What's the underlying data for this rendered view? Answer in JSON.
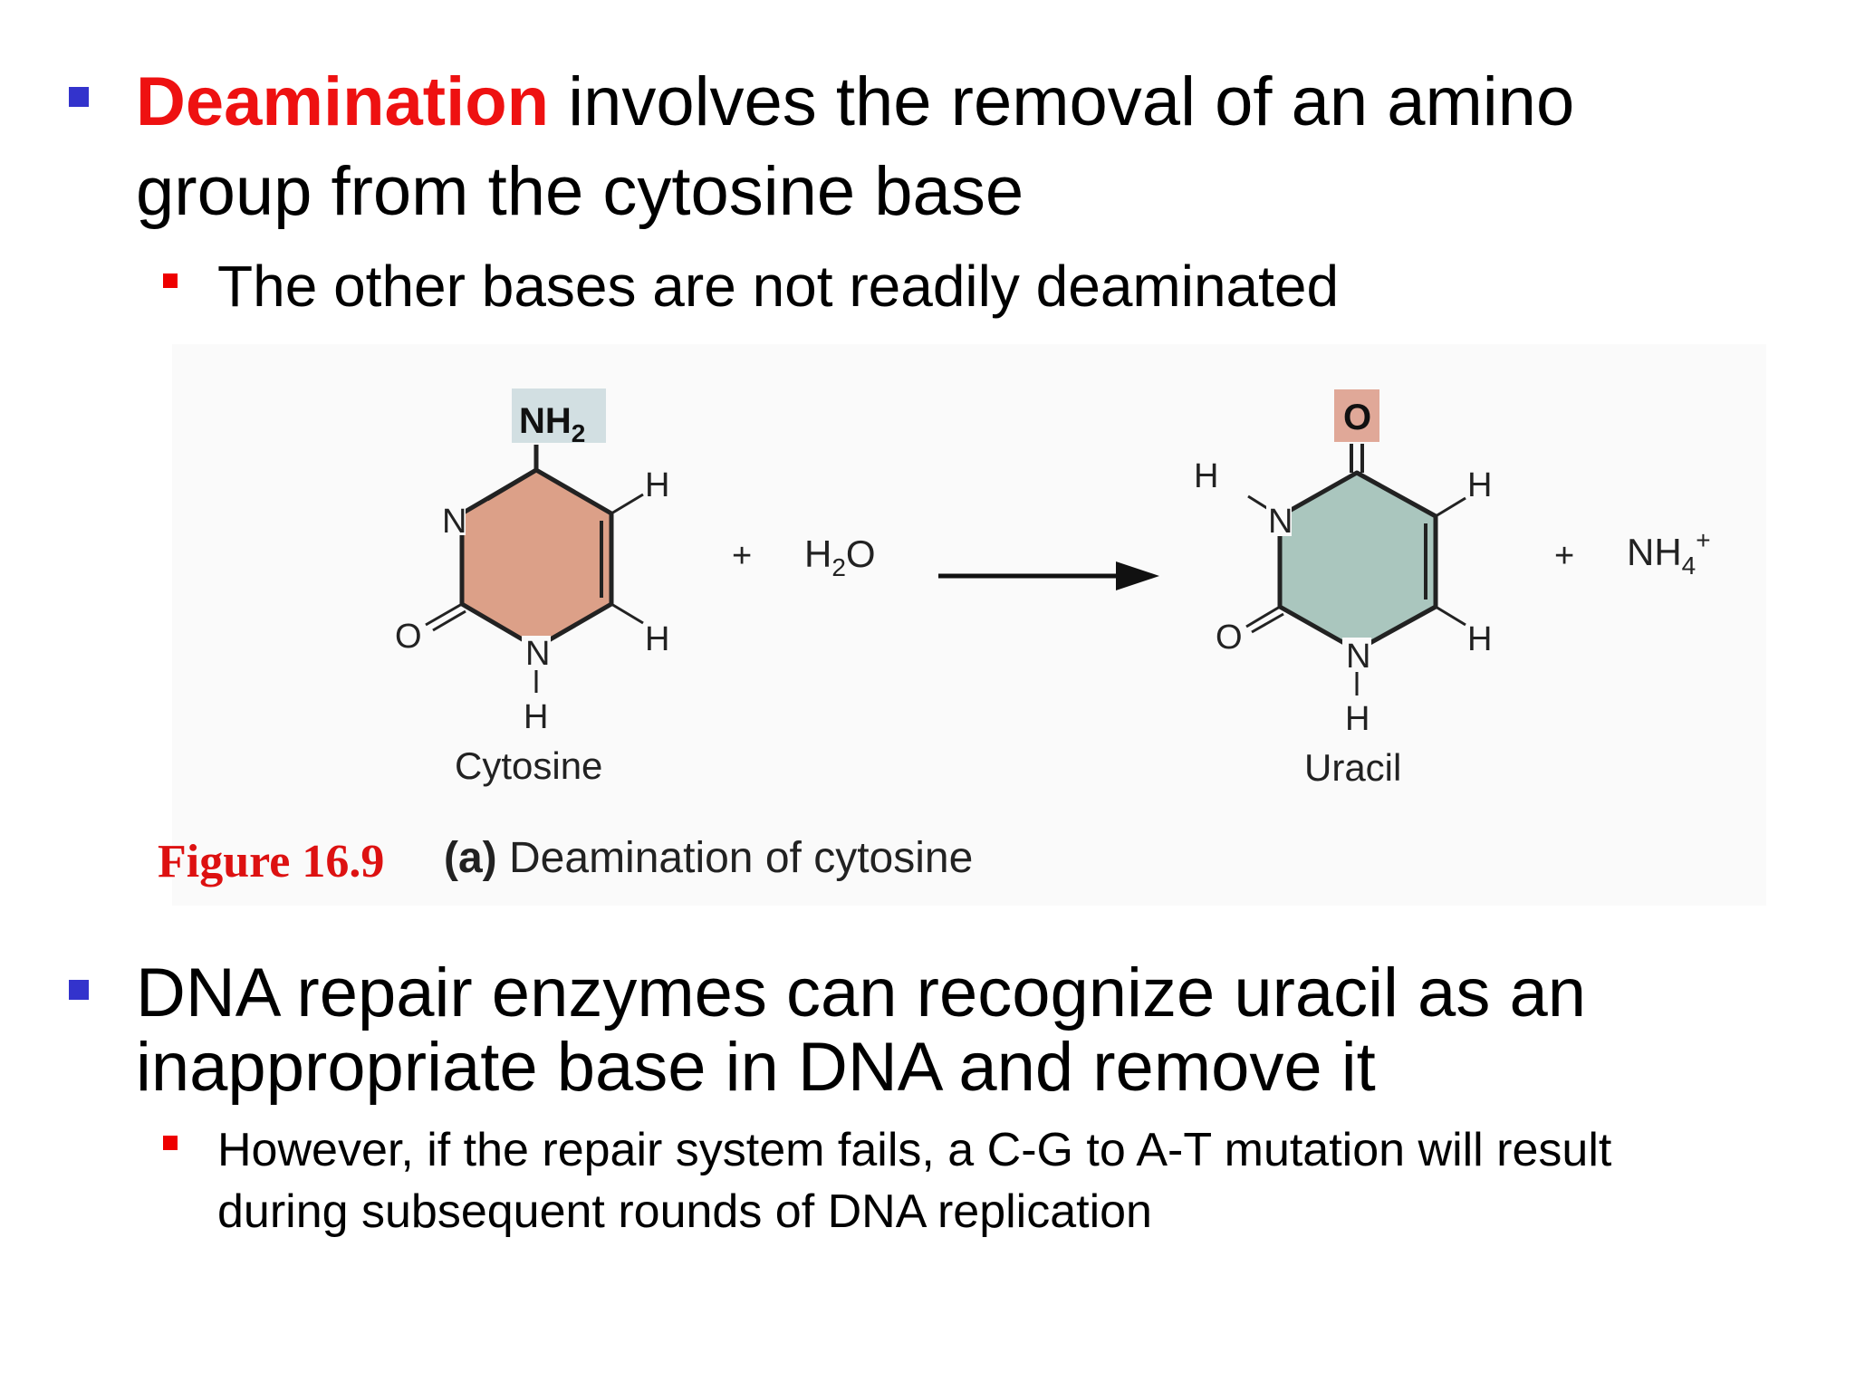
{
  "bullets": {
    "b1": {
      "highlight": "Deamination",
      "line1_rest": " involves the removal of an amino",
      "line2": "group from the cytosine base",
      "sub": "The other bases are not readily deaminated"
    },
    "b2": {
      "line1": "DNA repair enzymes can recognize uracil as an",
      "line2": "inappropriate base in DNA and remove it",
      "sub_line1": "However, if the repair system fails, a C-G to A-T mutation will result",
      "sub_line2": "during subsequent rounds of DNA replication"
    }
  },
  "figure": {
    "label": "Figure 16.9",
    "caption_part": "(a)",
    "caption_text": "Deamination of cytosine",
    "cytosine": {
      "name": "Cytosine",
      "amino": "NH",
      "amino_sub": "2",
      "n_ring": "N",
      "n_bottom": "N",
      "o": "O",
      "h_top": "H",
      "h_mid": "H",
      "h_bottom": "H"
    },
    "water": {
      "plus": "+",
      "h": "H",
      "sub": "2",
      "o": "O"
    },
    "uracil": {
      "name": "Uracil",
      "oxo_top": "O",
      "n_ring": "N",
      "n_bottom": "N",
      "o": "O",
      "h_left": "H",
      "h_top": "H",
      "h_mid": "H",
      "h_bottom": "H"
    },
    "ammonium": {
      "plus": "+",
      "nh": "NH",
      "sub": "4",
      "sup": "+"
    },
    "colors": {
      "cytosine_ring": "#dca088",
      "uracil_ring": "#aac6be",
      "amino_box": "#d2dfe2",
      "oxo_box": "#e0a898",
      "accent_red": "#ee1111",
      "bullet_blue": "#3333cc"
    }
  }
}
